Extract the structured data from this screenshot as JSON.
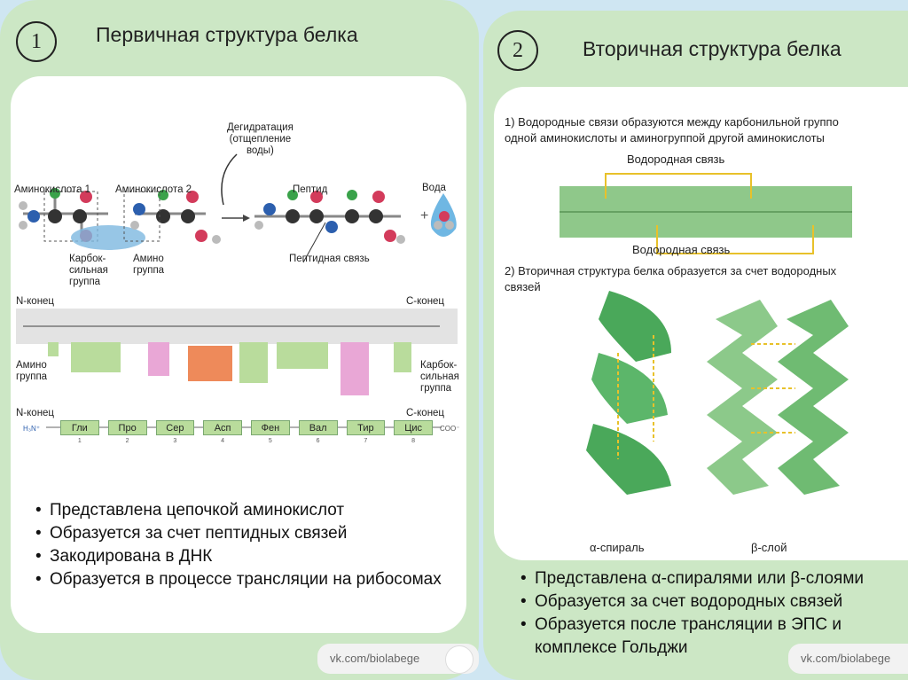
{
  "panel1": {
    "number": "1",
    "title": "Первичная структура белка",
    "labels": {
      "dehydration": "Дегидратация",
      "dehydration2": "(отщепление",
      "dehydration3": "воды)",
      "amino1": "Аминокислота 1",
      "amino2": "Аминокислота 2",
      "peptide": "Пептид",
      "water": "Вода",
      "carboxyl1": "Карбок-",
      "carboxyl2": "сильная",
      "carboxyl3": "группа",
      "aminogroup1": "Амино",
      "aminogroup2": "группа",
      "peptide_bond": "Пептидная связь",
      "n_end": "N-конец",
      "c_end": "C-конец",
      "amino_left1": "Амино",
      "amino_left2": "группа",
      "carboxyl_right1": "Карбок-",
      "carboxyl_right2": "сильная",
      "carboxyl_right3": "группа",
      "n_end2": "N-конец",
      "c_end2": "C-конец",
      "h3n": "H₃N⁺",
      "coo": "COO⁻"
    },
    "chain": [
      "Гли",
      "Про",
      "Сер",
      "Асп",
      "Фен",
      "Вал",
      "Тир",
      "Цис"
    ],
    "chain_numbers": [
      "1",
      "2",
      "3",
      "4",
      "5",
      "6",
      "7",
      "8"
    ],
    "bullets": [
      "Представлена цепочкой аминокислот",
      "Образуется за счет пептидных связей",
      "Закодирована в ДНК",
      "Образуется в процессе трансляции на рибосомах"
    ],
    "watermark": "vk.com/biolabege"
  },
  "panel2": {
    "number": "2",
    "title": "Вторичная структура  белка",
    "text1": "1) Водородные связи образуются между карбонильной группо",
    "text1b": "одной аминокислоты и аминогруппой другой аминокислоты",
    "hbond_top": "Водородная связь",
    "hbond_bottom": "Водородная связь",
    "text2": "2) Вторичная структура белка образуется за счет водородных",
    "text2b": "связей",
    "alpha": "α-спираль",
    "beta": "β-слой",
    "bullets": [
      "Представлена α-спиралями или β-слоями",
      "Образуется за счет водородных связей",
      "Образуется после трансляции в ЭПС и комплексе Гольджи"
    ],
    "watermark": "vk.com/biolabege"
  },
  "colors": {
    "card": "#cce7c5",
    "green_band": "#8fc88a",
    "hbond": "#e8c12a",
    "side_green": "#b9dc9c",
    "side_pink": "#e9a7d6",
    "side_orange": "#ee8a5a"
  }
}
